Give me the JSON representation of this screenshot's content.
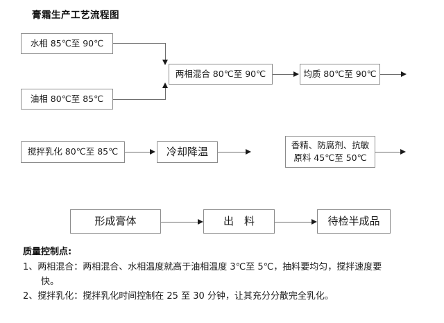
{
  "document": {
    "title": "膏霜生产工艺流程图"
  },
  "flow": {
    "nodes": [
      {
        "id": "water-phase",
        "label": "水相 85℃至 90℃"
      },
      {
        "id": "oil-phase",
        "label": "油相 80℃至 85℃"
      },
      {
        "id": "two-phase-mix",
        "label": "两相混合 80℃至 90℃"
      },
      {
        "id": "homogenize",
        "label": "均质 80℃至 90℃"
      },
      {
        "id": "emulsify",
        "label": "搅拌乳化 80℃至 85℃"
      },
      {
        "id": "cooling",
        "label": "冷却降温"
      },
      {
        "id": "additives",
        "label_line1": "香精、防腐剂、抗敏",
        "label_line2": "原料 45℃至 50℃"
      },
      {
        "id": "form-paste",
        "label": "形成膏体"
      },
      {
        "id": "discharge",
        "label": "出　料"
      },
      {
        "id": "semi-finished",
        "label": "待检半成品"
      }
    ]
  },
  "quality_control": {
    "heading": "质量控制点:",
    "items": [
      {
        "line1": "1、两相混合：两相混合、水相温度就高于油相温度 3℃至 5℃，抽料要均匀，搅拌速度要",
        "line2": "快。"
      },
      {
        "line1": "2、搅拌乳化：搅拌乳化时间控制在 25 至 30 分钟，让其充分分散完全乳化。",
        "line2": ""
      }
    ]
  },
  "style": {
    "border_color": "#8c8c8c",
    "line_color": "#6e6e6e",
    "arrow_color": "#1a1a1a",
    "text_color": "#1b1b1b",
    "background": "#ffffff"
  }
}
